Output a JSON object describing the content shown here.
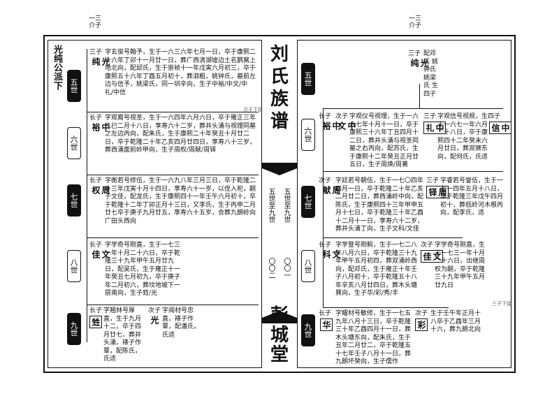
{
  "header": {
    "left_num": "一三",
    "left_sub": "介子",
    "right_num": "一三",
    "right_sub": "介子"
  },
  "center": {
    "title": [
      "刘",
      "氏",
      "族",
      "谱"
    ],
    "range_a": "五世至九世",
    "range_b": "五世至九世",
    "page_a": "〇〇二",
    "page_b": "〇〇一",
    "hall": [
      "彭",
      "城",
      "堂"
    ]
  },
  "left": {
    "branch": "光纯公派下",
    "generations": [
      "五世",
      "六世",
      "七世",
      "八世",
      "九世"
    ],
    "entries": [
      {
        "role": "三子",
        "name": "光纯",
        "text": "字玄俊号翰予，生于一六三六年七月一日，卒于康熙二十六年丁卯十一月廿一日，葬广西清湖墟边土名鹊窝上地北向，配邱氏，生于崇祯十一年戊寅六月初三，卒于康熙五十六年丁酉五月初十，葬泗粗，姚钟氏，墓前左边与信予，姚梁氏，同一圳辛向，生子中裕/中文/中礼/中信"
      },
      {
        "role": "长子",
        "name": "中裕",
        "text": "字观裔号视圣，生于一六四年六月六日，卒于雍正三年乙巳二月十八日，享寿六十二岁，葬井头涌与视理同墓之左边丙向，配朱氏，生于康熙二十年癸丑十月廿二日，卒于乾隆二十年乙亥四月廿四日，享寿八十三岁，葬西涌面前岭甲向，生子周权/周献/周铎"
      },
      {
        "role": "长子",
        "name": "周权",
        "text": "字衡若号修伍，生于一六九八年三月三日，卒于乾隆二十三年戊寅十月十四日，享寿六十一岁，以侄入祀，嗣子文佳，配龙氏，生于康熙四十一年壬午六月初十，卒于乾隆十二年丁卯正月十三日，又李氏，生于丙申二月廿七卒于庚子九月廿五，享寿六十五岁，合葬九朗岭向广田头西向"
      },
      {
        "role": "长子",
        "name": "文佳",
        "text": "字学奇号刚直，生于一七三一年十月二十六日，卒于乾隆三十九年甲午五月廿九日，配吴氏，生于雍正十一年癸丑七月初九，卒于庚子年二月初六，葬坟地坡下一层南向，生子甡/光"
      },
      {
        "role": "长子",
        "name": "甡",
        "text": "字翘林号厚直，生于九月十二，卒于四月廿七，葬井头涌，裱子作覃，配陈氏，氏适"
      },
      {
        "role": "次子",
        "name": "光",
        "text": "字阅材号忠直，裱子作覃，配潘氏，氏适"
      }
    ]
  },
  "right": {
    "generations": [
      "五世",
      "六世",
      "七世",
      "八世",
      "九世"
    ],
    "entries": [
      {
        "role": "三子",
        "name": "光纯",
        "text": "配邓氏 姚钟氏 姚梁氏 生四子"
      },
      {
        "role": "长子",
        "name": "中裕",
        "text": ""
      },
      {
        "role": "次子",
        "name": "中文",
        "text": "字观仪号视理，生于一六六七年十月十一日，卒于康熙三十六年丁丑四月十二日，葬井头涌与视圣同墓之右丙向，配苏氏，生于康熙十二年癸丑正月廿五日，生子周焕/周著"
      },
      {
        "role": "三子",
        "name": "中礼",
        "text": "字观信号视规，生于一六七一年六月二十八日，卒于康熙四十二年癸未六月廿日，葬双狮东向，配何氏，氏适"
      },
      {
        "role": "四子",
        "name": "中信",
        "text": ""
      },
      {
        "role": "次子",
        "name": "周献",
        "text": "字廷若号朝伍，生于一七〇四年四月一日，卒于乾隆二十年乙亥二月廿二日，葬西涌岭中向，配陈氏，生于康熙四十三年甲申五月十七日，卒于乾隆三十年乙酉十二月十一日，享寿六十二岁，葬井头涌丁向，生子文科/文佳"
      },
      {
        "role": "三子",
        "name": "周铎",
        "text": "字睿若号誉伍，生于一七一四年五月十八日，卒于乾隆三年戊午四月初十，葬低岭河木根丙向，配李氏，适"
      },
      {
        "role": "长子",
        "name": "文科",
        "text": "字学登号刚毅，生于一七二八年八月六日，卒于乾隆三十九年甲午五月初四，葬双涌岭西向，配邓氏，生于雍正十年壬子八月初十，卒于乾隆五十八年辛亥八月廿四日，葬木头塘巽向，生子华/彩/秀/丰"
      },
      {
        "role": "次子",
        "name": "文佳",
        "text": "字学奇号刚直，生于一七三一年十月二十六日，出继周权为嗣，卒于乾隆三十九年甲午五月廿九日"
      },
      {
        "role": "长子",
        "name": "华",
        "text": "字耀材号敏修，生于一七五九年八月十三日，卒于乾隆三十年乙酉四月十一日，葬木头塘东向，配朱氏，生于丑年二月廿二，卒于乾隆五十七年壬子八月十一日，葬九朗坏癸向，生子儒作"
      },
      {
        "role": "次子",
        "name": "彩",
        "text": "生于壬午年正月十八卒于乙酉年三月十六，葬九朗北向"
      }
    ]
  },
  "footnotes": {
    "left_mark": "次子下接",
    "right_mark": "三子下接"
  }
}
